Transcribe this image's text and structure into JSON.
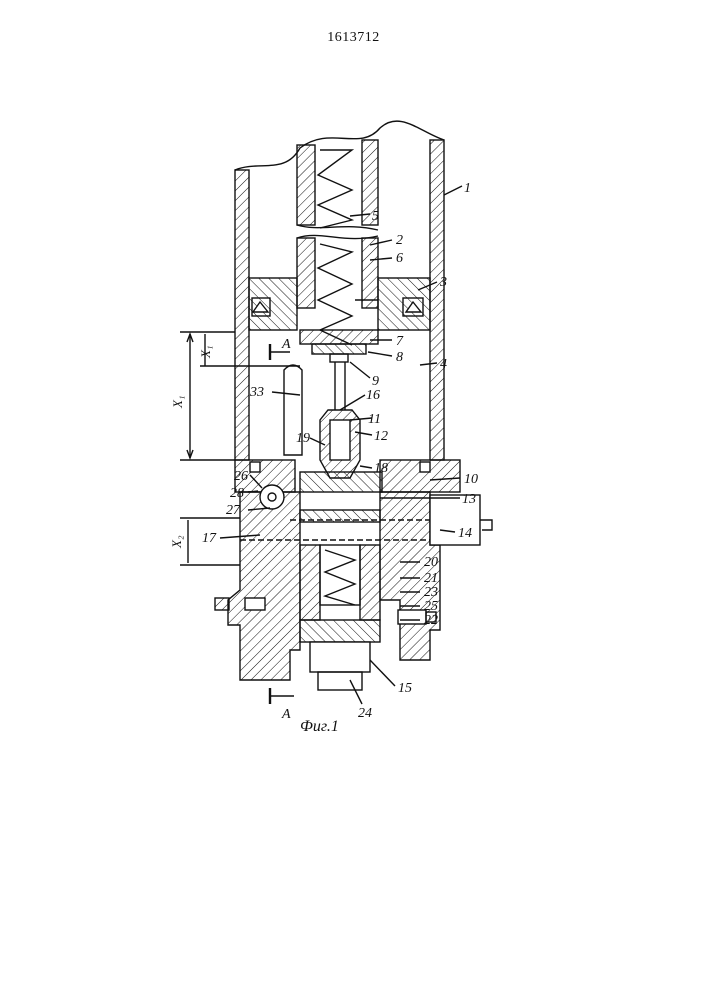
{
  "document": {
    "patent_number": "1613712",
    "figure_caption": "Фиг.1"
  },
  "section": {
    "marker": "А"
  },
  "dimensions": {
    "x1_small": "X₁",
    "x1_large": "X₁",
    "x2": "X₂"
  },
  "callouts": [
    "1",
    "2",
    "3",
    "4",
    "5",
    "6",
    "7",
    "8",
    "9",
    "10",
    "11",
    "12",
    "13",
    "14",
    "15",
    "16",
    "17",
    "18",
    "19",
    "20",
    "21",
    "22",
    "23",
    "24",
    "25",
    "26",
    "27",
    "28",
    "33"
  ],
  "colors": {
    "ink": "#111111",
    "paper": "#ffffff"
  }
}
